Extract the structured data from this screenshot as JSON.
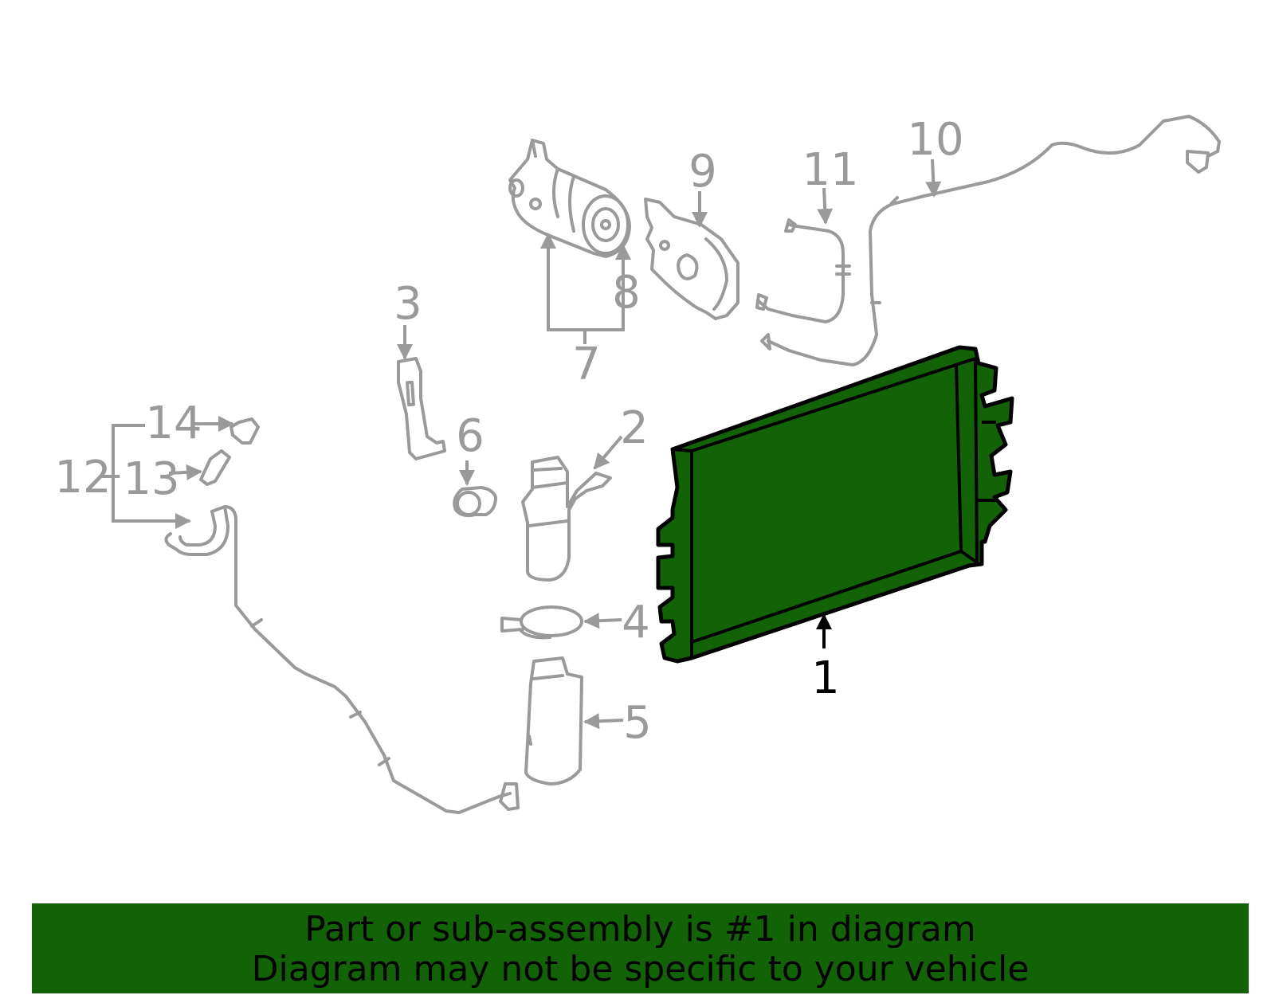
{
  "diagram": {
    "highlight_color": "#126306",
    "part_color": "#9a9a9a",
    "callouts": {
      "c1": "1",
      "c2": "2",
      "c3": "3",
      "c4": "4",
      "c5": "5",
      "c6": "6",
      "c7": "7",
      "c8": "8",
      "c9": "9",
      "c10": "10",
      "c11": "11",
      "c12": "12",
      "c13": "13",
      "c14": "14"
    },
    "highlighted_part": "1"
  },
  "banner": {
    "line1": "Part or sub-assembly is #1 in diagram",
    "line2": "Diagram may not be specific to your vehicle"
  }
}
